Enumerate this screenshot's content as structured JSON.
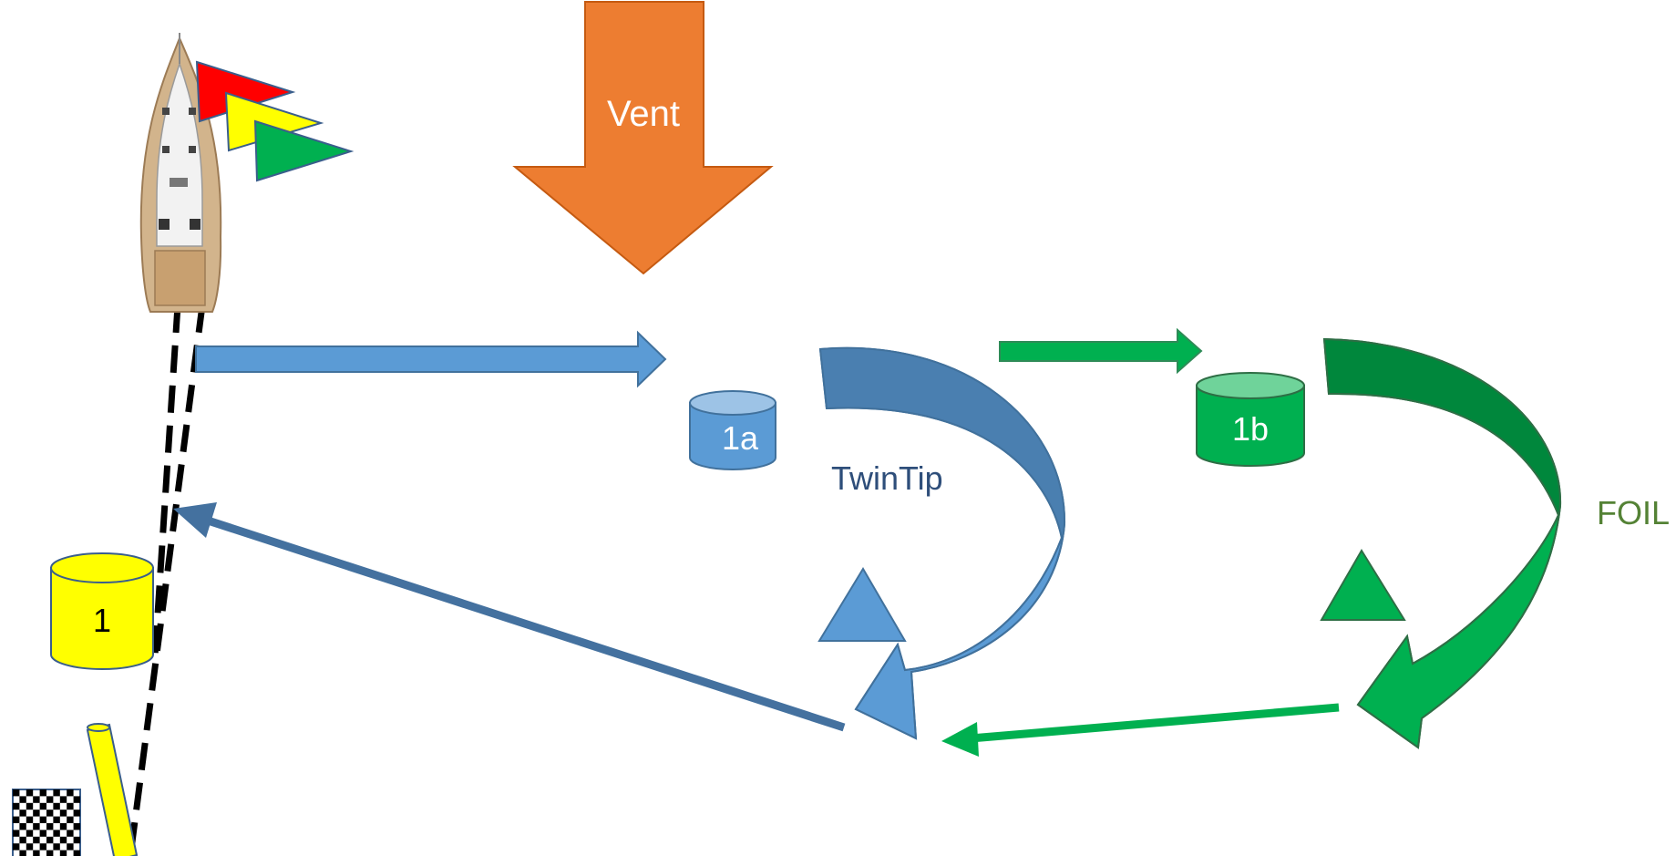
{
  "colors": {
    "wind_arrow": "#ED7D31",
    "twintip_blue": "#5B9BD5",
    "twintip_dark": "#4A7FB0",
    "twintip_return": "#44719F",
    "foil_green": "#00B050",
    "foil_dark": "#00873C",
    "foil_text": "#548235",
    "twintip_text": "#2E4E7A",
    "flag_red": "#FF0000",
    "flag_yellow": "#FFFF00",
    "flag_green": "#00B050",
    "start_buoy": "#FFFF00"
  },
  "labels": {
    "wind": "Vent",
    "buoy_1a": "1a",
    "buoy_1b": "1b",
    "buoy_1": "1",
    "course_twintip": "TwinTip",
    "course_foil": "FOIL"
  },
  "icons": {
    "committee_boat": "sailboat-icon",
    "finish_flag": "checkered-flag-icon",
    "pin_buoy": "spar-buoy-icon"
  }
}
